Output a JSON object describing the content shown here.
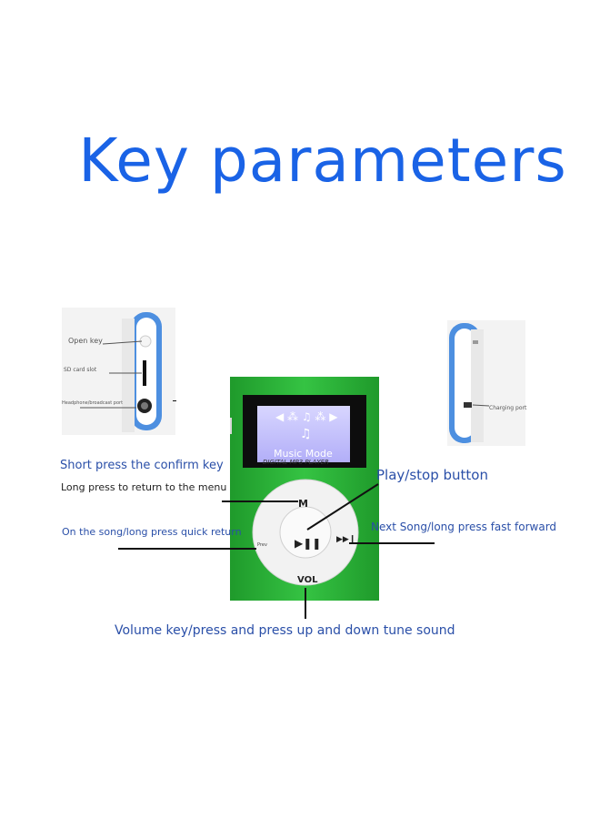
{
  "title": "Key parameters",
  "left_panel": {
    "open_key": "Open key",
    "sd_slot": "SD card slot",
    "headphone": "Headphone/broadcast port"
  },
  "right_panel": {
    "charging": "Charging port"
  },
  "device": {
    "screen_mode": "Music Mode",
    "screen_brand": "DIGITAL MP3 PLAYER",
    "key_m": "M",
    "key_vol": "VOL",
    "key_play": "▶❚❚",
    "key_next": "▶▶❙",
    "key_prev": "Prev",
    "colors": {
      "body": "#2fb43a",
      "screen": "#c4c1ff",
      "wheel": "#f2f2f2"
    }
  },
  "callouts": {
    "confirm": "Short press the confirm key",
    "menu": "Long press to return to the menu",
    "play": "Play/stop button",
    "prev": "On the song/long press quick return",
    "next": "Next Song/long press fast forward",
    "volume": "Volume key/press and press up and down tune sound"
  }
}
